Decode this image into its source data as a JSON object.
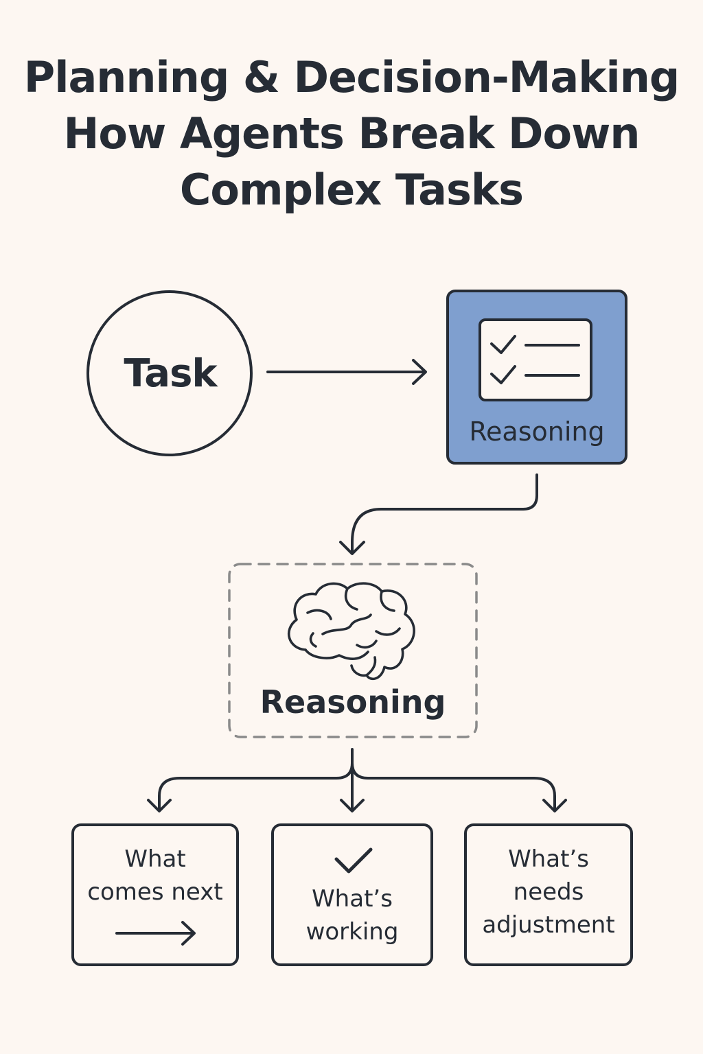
{
  "title": {
    "line1": "Planning & Decision-Making",
    "line2": "How Agents Break Down",
    "line3": "Complex Tasks"
  },
  "nodes": {
    "task": {
      "label": "Task"
    },
    "reasoning_top": {
      "label": "Reasoning",
      "icon": "checklist-icon",
      "fill": "#7f9fcf"
    },
    "reasoning_mid": {
      "label": "Reasoning",
      "icon": "brain-icon"
    },
    "outputs": [
      {
        "line1": "What",
        "line2": "comes next",
        "icon": "arrow-right-icon"
      },
      {
        "line1": "What’s",
        "line2": "working",
        "icon": "checkmark-icon"
      },
      {
        "line1": "What’s",
        "line2": "needs",
        "line3": "adjustment"
      }
    ]
  },
  "colors": {
    "background": "#fdf7f2",
    "stroke": "#262c35",
    "dashed": "#8a8a8a",
    "accent": "#7f9fcf"
  }
}
